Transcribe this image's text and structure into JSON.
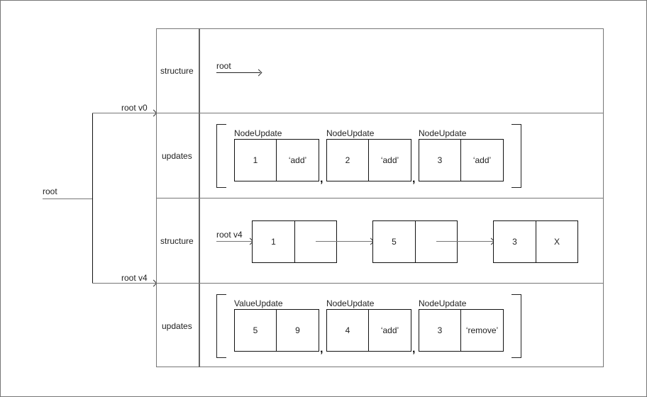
{
  "left": {
    "root_label": "root",
    "v0_label": "root v0",
    "v4_label": "root v4"
  },
  "table": {
    "rows": [
      {
        "label": "structure"
      },
      {
        "label": "updates"
      },
      {
        "label": "structure"
      },
      {
        "label": "updates"
      }
    ]
  },
  "v0": {
    "structure": {
      "root_label": "root"
    },
    "updates": [
      {
        "type": "NodeUpdate",
        "a": "1",
        "b": "‘add’"
      },
      {
        "type": "NodeUpdate",
        "a": "2",
        "b": "‘add’"
      },
      {
        "type": "NodeUpdate",
        "a": "3",
        "b": "‘add’"
      }
    ]
  },
  "v4": {
    "structure": {
      "root_label": "root v4",
      "nodes": [
        {
          "value": "1",
          "next": ""
        },
        {
          "value": "5",
          "next": ""
        },
        {
          "value": "3",
          "next": "X"
        }
      ]
    },
    "updates": [
      {
        "type": "ValueUpdate",
        "a": "5",
        "b": "9"
      },
      {
        "type": "NodeUpdate",
        "a": "4",
        "b": "‘add’"
      },
      {
        "type": "NodeUpdate",
        "a": "3",
        "b": "‘remove’"
      }
    ]
  },
  "punct": {
    "comma": ","
  }
}
